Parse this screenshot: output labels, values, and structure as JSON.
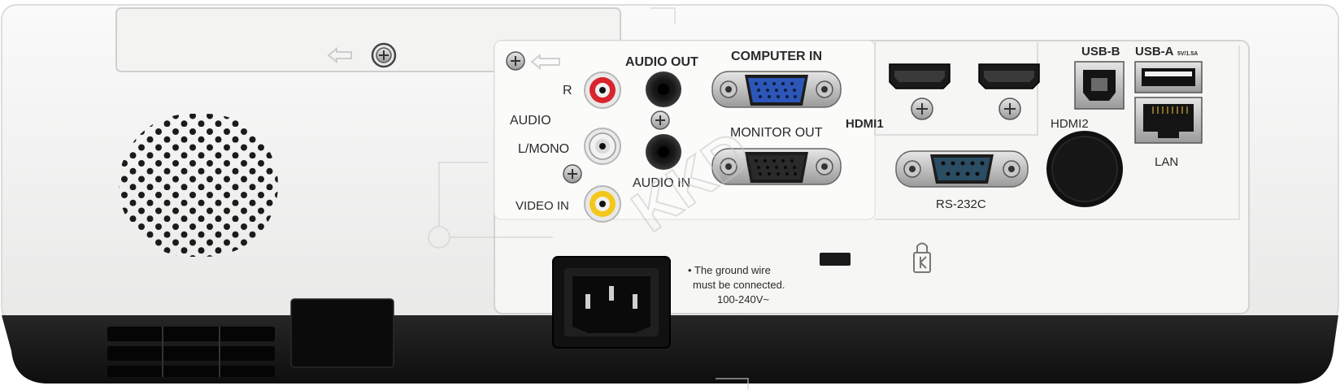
{
  "labels": {
    "audio_out": "AUDIO OUT",
    "computer_in": "COMPUTER IN",
    "usb_b": "USB-B",
    "usb_a": "USB-A",
    "usb_a_rating": "5V/1.5A",
    "r": "R",
    "audio": "AUDIO",
    "l_mono": "L/MONO",
    "video_in": "VIDEO IN",
    "audio_in": "AUDIO IN",
    "monitor_out": "MONITOR OUT",
    "hdmi1": "HDMI1",
    "hdmi2": "HDMI2",
    "lan": "LAN",
    "rs232c": "RS-232C",
    "ground_line1": "• The ground wire",
    "ground_line2": "must be connected.",
    "voltage": "100-240V~"
  },
  "watermark": "KKD",
  "colors": {
    "body": "#f1f1f0",
    "panel": "#f7f7f5",
    "base": "#161616",
    "vga_blue": "#2c56b8",
    "rca_red": "#d8252d",
    "rca_white": "#f0f0f0",
    "rca_yellow": "#f3c81a"
  }
}
